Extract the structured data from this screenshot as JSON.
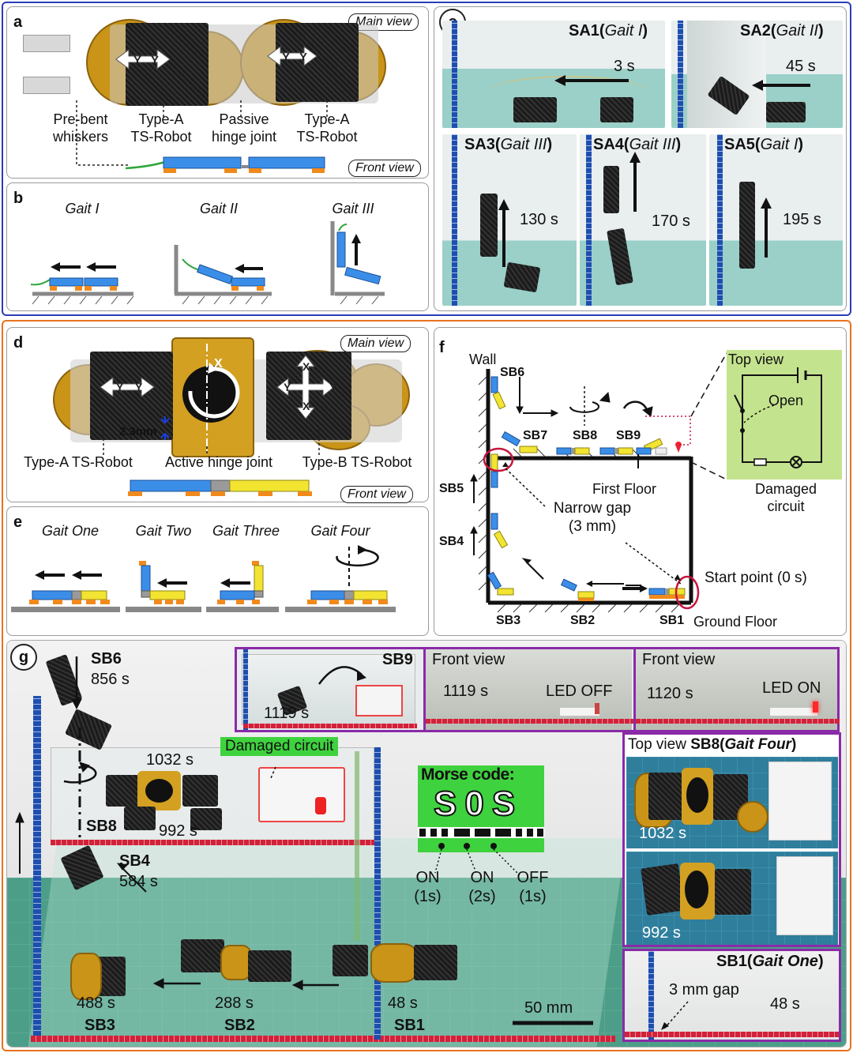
{
  "panel_a": {
    "letter": "a",
    "main_view": "Main view",
    "front_view": "Front view",
    "labels": {
      "whiskers_1": "Pre-bent",
      "whiskers_2": "whiskers",
      "robot1_1": "Type-A",
      "robot1_2": "TS-Robot",
      "hinge_1": "Passive",
      "hinge_2": "hinge joint",
      "robot2_1": "Type-A",
      "robot2_2": "TS-Robot"
    },
    "axis": "Y"
  },
  "panel_b": {
    "letter": "b",
    "gaits": [
      "Gait I",
      "Gait II",
      "Gait III"
    ]
  },
  "panel_c": {
    "letter": "c",
    "snapshots": [
      {
        "id": "SA1",
        "gait": "Gait I",
        "time": "3 s"
      },
      {
        "id": "SA2",
        "gait": "Gait II",
        "time": "45 s"
      },
      {
        "id": "SA3",
        "gait": "Gait III",
        "time": "130 s"
      },
      {
        "id": "SA4",
        "gait": "Gait III",
        "time": "170 s"
      },
      {
        "id": "SA5",
        "gait": "Gait I",
        "time": "195 s"
      }
    ]
  },
  "panel_d": {
    "letter": "d",
    "main_view": "Main view",
    "front_view": "Front view",
    "thickness": "2.3mm",
    "labels": {
      "typeA": "Type-A TS-Robot",
      "hinge": "Active hinge joint",
      "typeB": "Type-B TS-Robot"
    },
    "axis_y": "Y",
    "axis_x": "X"
  },
  "panel_e": {
    "letter": "e",
    "gaits": [
      "Gait One",
      "Gait Two",
      "Gait Three",
      "Gait Four"
    ]
  },
  "panel_f": {
    "letter": "f",
    "wall": "Wall",
    "stages": [
      "SB1",
      "SB2",
      "SB3",
      "SB4",
      "SB5",
      "SB6",
      "SB7",
      "SB8",
      "SB9"
    ],
    "first_floor": "First Floor",
    "ground_floor": "Ground Floor",
    "narrow_gap_1": "Narrow gap",
    "narrow_gap_2": "(3 mm)",
    "start_point": "Start point (0 s)",
    "top_view": "Top view",
    "open": "Open",
    "damaged_1": "Damaged",
    "damaged_2": "circuit"
  },
  "panel_g": {
    "letter": "g",
    "sb6": {
      "id": "SB6",
      "time": "856 s"
    },
    "sb8_time1": "1032 s",
    "sb8": "SB8",
    "sb8_time2": "992 s",
    "sb4": {
      "id": "SB4",
      "time": "584 s"
    },
    "sb3": {
      "id": "SB3",
      "time": "488 s"
    },
    "sb2": {
      "id": "SB2",
      "time": "288 s"
    },
    "sb1": {
      "id": "SB1",
      "time": "48 s"
    },
    "scale": "50 mm",
    "damaged_circuit": "Damaged circuit",
    "morse_title": "Morse code:",
    "morse_text": [
      "S",
      "0",
      "S"
    ],
    "morse_legend": [
      {
        "state": "ON",
        "dur": "(1s)"
      },
      {
        "state": "ON",
        "dur": "(2s)"
      },
      {
        "state": "OFF",
        "dur": "(1s)"
      }
    ],
    "sb9_inset": {
      "id": "SB9",
      "time": "1119 s",
      "front1": "Front view",
      "front1_time": "1119 s",
      "led_off": "LED OFF",
      "front2": "Front view",
      "front2_time": "1120 s",
      "led_on": "LED ON"
    },
    "sb8_inset": {
      "top_view": "Top view",
      "id": "SB8",
      "gait": "Gait Four",
      "time1": "1032 s",
      "time2": "992 s"
    },
    "sb1_inset": {
      "id": "SB1",
      "gait": "Gait One",
      "gap": "3 mm gap",
      "time": "48 s"
    }
  },
  "colors": {
    "top_frame": "#2a3db8",
    "bottom_frame": "#e8731e",
    "typeA": "#3b8ee8",
    "typeB": "#f2e431",
    "foot": "#f08a1c",
    "inset_border": "#8a2aa8",
    "morse_green": "#3fd23f"
  }
}
